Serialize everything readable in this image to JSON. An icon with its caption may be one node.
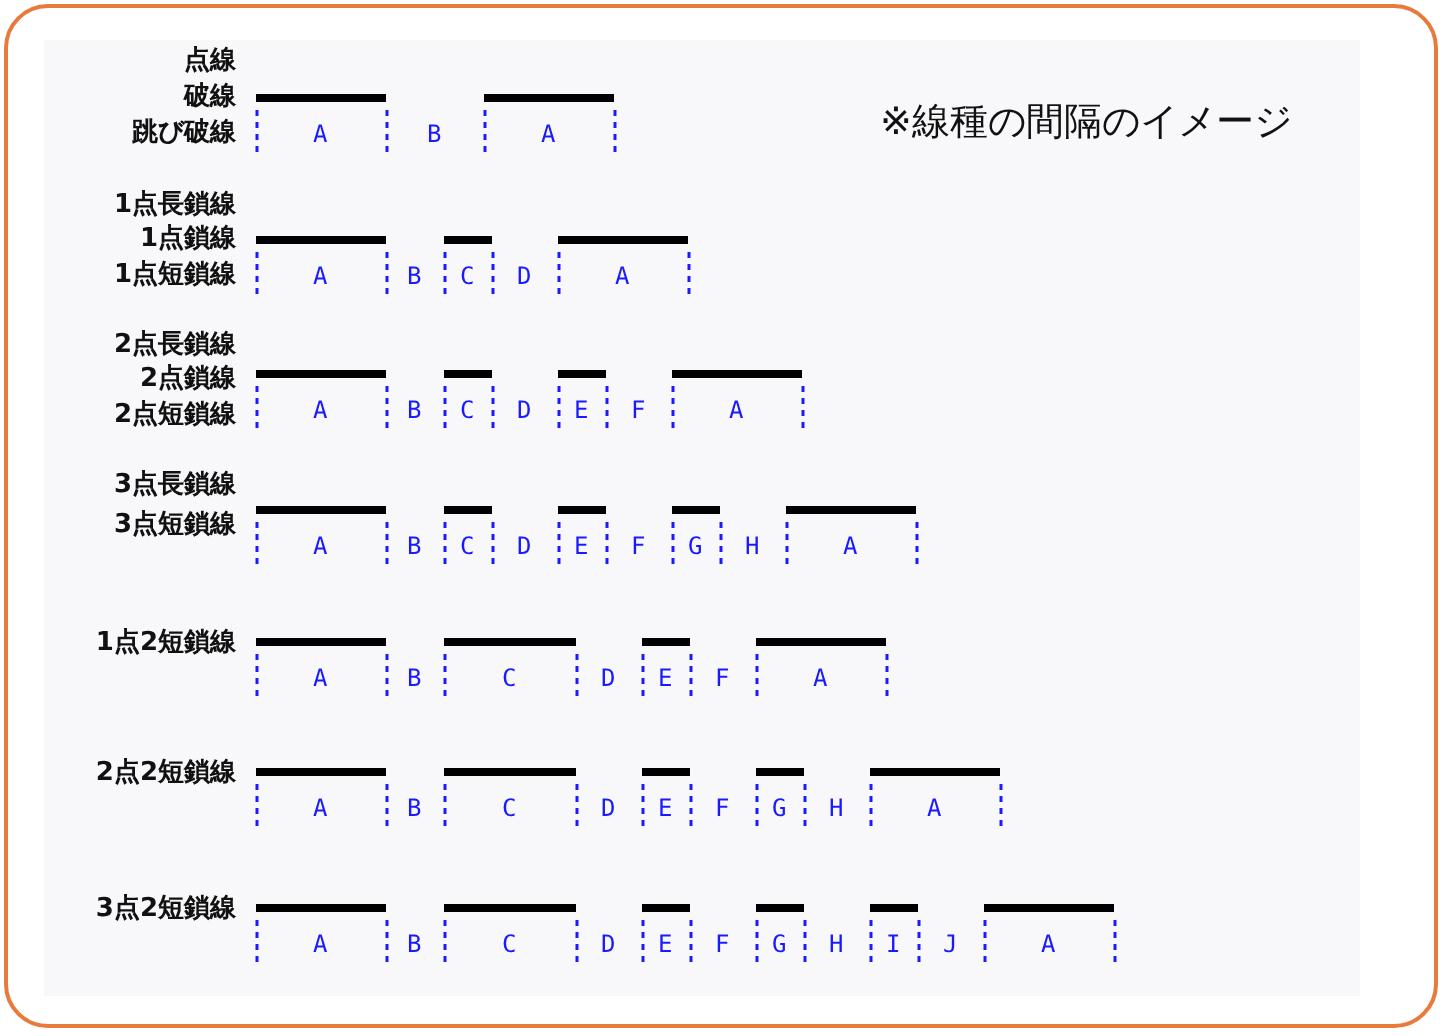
{
  "diagram": {
    "title": "※線種の間隔のイメージ",
    "labels": [
      "点線",
      "破線",
      "跳び破線",
      "A",
      "B",
      "A",
      "1点長鎖線",
      "1点鎖線",
      "1点短鎖線",
      "A",
      "B",
      "C",
      "D",
      "A",
      "2点長鎖線",
      "2点鎖線",
      "2点短鎖線",
      "A",
      "B",
      "C",
      "D",
      "E",
      "F",
      "A",
      "3点長鎖線",
      "3点短鎖線",
      "A",
      "B",
      "C",
      "D",
      "E",
      "F",
      "G",
      "H",
      "A",
      "1点2短鎖線",
      "A",
      "B",
      "C",
      "D",
      "E",
      "F",
      "A",
      "2点2短鎖線",
      "A",
      "B",
      "C",
      "D",
      "E",
      "F",
      "G",
      "H",
      "A",
      "3点2短鎖線",
      "A",
      "B",
      "C",
      "D",
      "E",
      "F",
      "G",
      "H",
      "I",
      "J",
      "A"
    ]
  }
}
